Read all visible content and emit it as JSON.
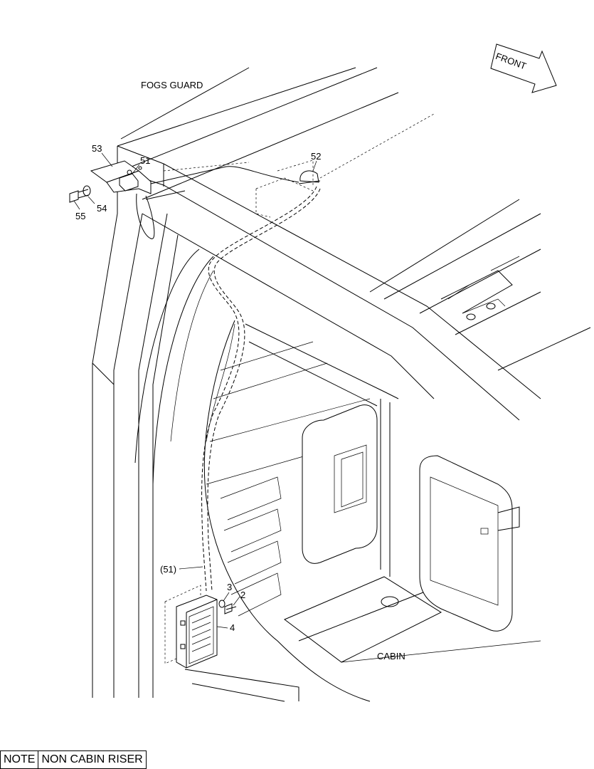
{
  "labels": {
    "fogs_guard": "FOGS GUARD",
    "front": "FRONT",
    "cabin": "CABIN",
    "p53": "53",
    "p51": "51",
    "p52": "52",
    "p54": "54",
    "p55": "55",
    "p51_ref": "(51)",
    "p3": "3",
    "p2": "2",
    "p4": "4"
  },
  "note": {
    "header": "NOTE",
    "text": "NON CABIN RISER"
  }
}
